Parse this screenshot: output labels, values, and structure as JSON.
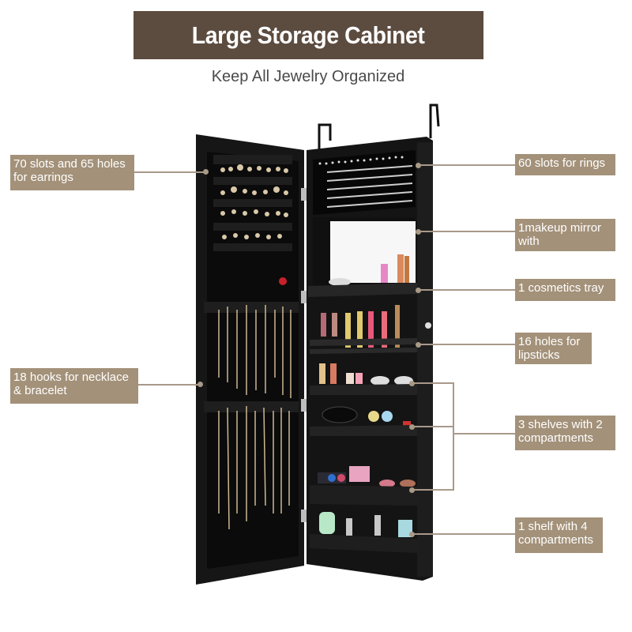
{
  "header": {
    "title": "Large Storage Cabinet",
    "subtitle": "Keep All Jewelry Organized"
  },
  "callouts": {
    "earrings": "70 slots and 65 holes for earrings",
    "necklace": "18 hooks for necklace & bracelet",
    "rings": "60 slots for rings",
    "mirror": "1makeup mirror with",
    "tray": "1 cosmetics tray",
    "lipsticks": "16 holes for lipsticks",
    "shelves": "3 shelves with 2 compartments",
    "shelf4": "1 shelf with 4 compartments"
  },
  "colors": {
    "banner": "#5c4b3f",
    "callout_bg": "#a39179",
    "cabinet": "#141414",
    "connector": "#a8998a"
  }
}
